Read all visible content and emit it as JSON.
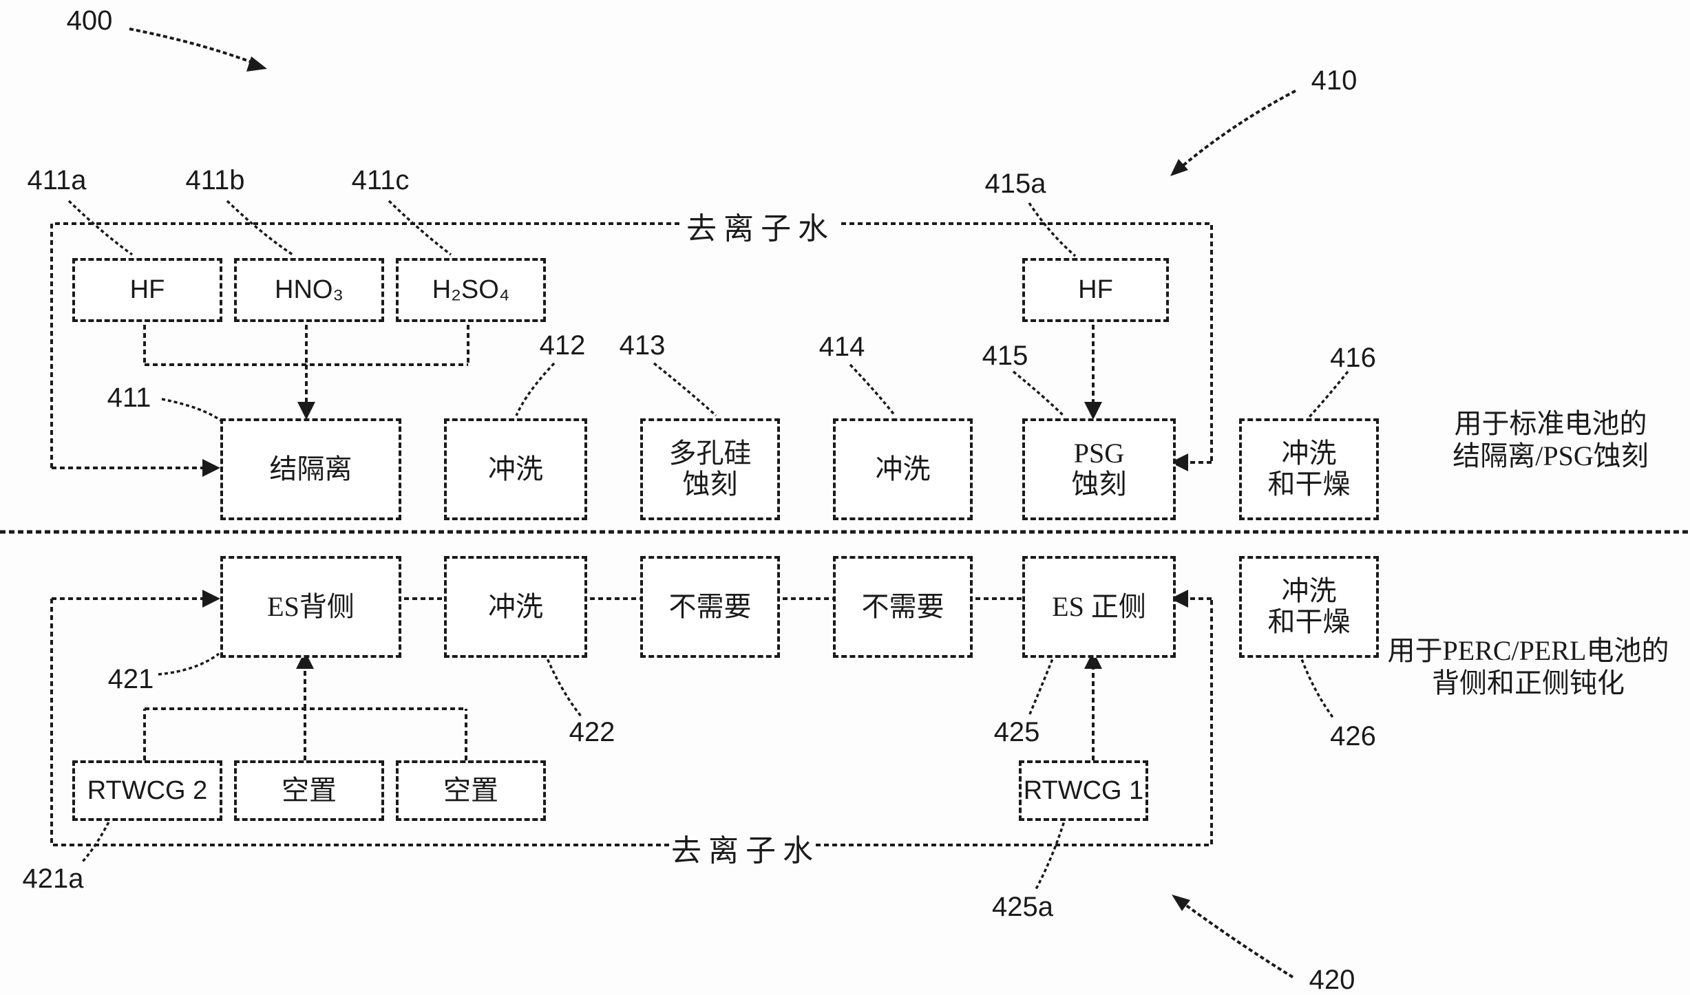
{
  "figure_ref": "400",
  "top": {
    "section_ref": "410",
    "water_label": "去离子水",
    "chem_boxes": [
      {
        "ref": "411a",
        "label": "HF"
      },
      {
        "ref": "411b",
        "label": "HNO₃"
      },
      {
        "ref": "411c",
        "label": "H₂SO₄"
      }
    ],
    "hf_right": {
      "ref": "415a",
      "label": "HF"
    },
    "row": [
      {
        "ref": "411",
        "line1": "结隔离"
      },
      {
        "ref": "412",
        "line1": "冲洗"
      },
      {
        "ref": "413",
        "line1": "多孔硅",
        "line2": "蚀刻"
      },
      {
        "ref": "414",
        "line1": "冲洗"
      },
      {
        "ref": "415",
        "line1": "PSG",
        "line2": "蚀刻"
      },
      {
        "ref": "416",
        "line1": "冲洗",
        "line2": "和干燥"
      }
    ],
    "note_line1": "用于标准电池的",
    "note_line2": "结隔离/PSG蚀刻"
  },
  "bottom": {
    "section_ref": "420",
    "water_label": "去离子水",
    "row": [
      {
        "ref": "421",
        "line1": "ES背侧"
      },
      {
        "ref": "422",
        "line1": "冲洗"
      },
      {
        "line1": "不需要"
      },
      {
        "line1": "不需要"
      },
      {
        "ref": "425",
        "line1": "ES 正侧"
      },
      {
        "ref": "426",
        "line1": "冲洗",
        "line2": "和干燥"
      }
    ],
    "chem_boxes": [
      {
        "ref": "421a",
        "label": "RTWCG 2"
      },
      {
        "label": "空置"
      },
      {
        "label": "空置"
      },
      {
        "ref": "425a",
        "label": "RTWCG 1"
      }
    ],
    "note_line1": "用于PERC/PERL电池的",
    "note_line2": "背侧和正侧钝化"
  }
}
